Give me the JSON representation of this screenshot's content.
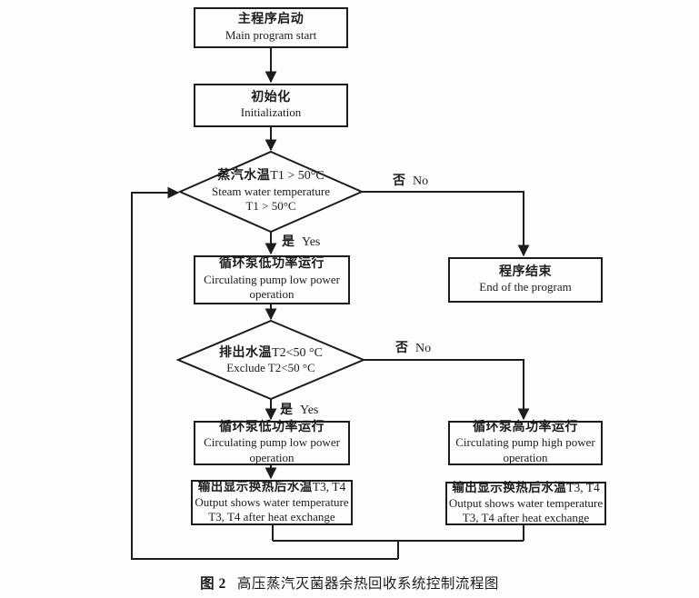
{
  "figure_caption": {
    "label": "图 2",
    "title": "高压蒸汽灭菌器余热回收系统控制流程图"
  },
  "nodes": {
    "start": {
      "zh": "主程序启动",
      "en": "Main program start"
    },
    "init": {
      "zh": "初始化",
      "en": "Initialization"
    },
    "decision_t1": {
      "zh_bold": "蒸汽水温",
      "zh_rest": "T1 > 50°C",
      "en_line1": "Steam water temperature",
      "en_line2": "T1 > 50°C"
    },
    "pump_low_first": {
      "zh": "循环泵低功率运行",
      "en_line1": "Circulating pump low power",
      "en_line2": "operation"
    },
    "program_end": {
      "zh": "程序结束",
      "en": "End of the program"
    },
    "decision_t2": {
      "zh_bold": "排出水温",
      "zh_rest": "T2<50 °C",
      "en": "Exclude T2<50 °C"
    },
    "pump_low_second": {
      "zh": "循环泵低功率运行",
      "en_line1": "Circulating pump low power",
      "en_line2": "operation"
    },
    "pump_high": {
      "zh": "循环泵高功率运行",
      "en_line1": "Circulating pump high power",
      "en_line2": "operation"
    },
    "output_left": {
      "zh_bold": "输出显示换热后水温",
      "zh_rest": "T3, T4",
      "en_line1": "Output shows water temperature",
      "en_line2": "T3, T4 after heat exchange"
    },
    "output_right": {
      "zh_bold": "输出显示换热后水温",
      "zh_rest": "T3, T4",
      "en_line1": "Output shows water temperature",
      "en_line2": "T3, T4 after heat exchange"
    }
  },
  "edge_labels": {
    "yes": {
      "zh": "是",
      "en": "Yes"
    },
    "no": {
      "zh": "否",
      "en": "No"
    }
  },
  "colors": {
    "ink": "#1c1c1c",
    "background": "#fdfdfd"
  }
}
